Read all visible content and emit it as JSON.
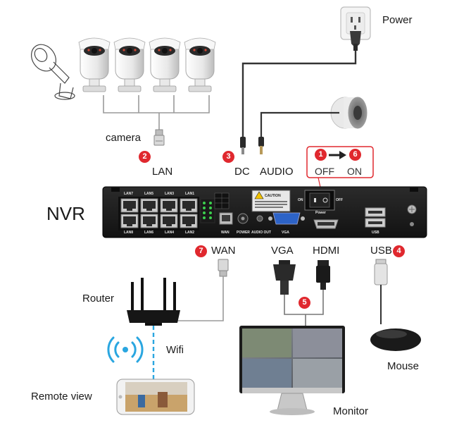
{
  "labels": {
    "power": "Power",
    "camera": "camera",
    "lan": "LAN",
    "dc": "DC",
    "audio": "AUDIO",
    "off": "OFF",
    "on": "ON",
    "nvr": "NVR",
    "wan": "WAN",
    "vga": "VGA",
    "hdmi": "HDMI",
    "usb": "USB",
    "router": "Router",
    "wifi": "Wifi",
    "remote_view": "Remote view",
    "mouse": "Mouse",
    "monitor": "Monitor"
  },
  "badges": {
    "b1": "1",
    "b2": "2",
    "b3": "3",
    "b4": "4",
    "b5": "5",
    "b6": "6",
    "b7": "7"
  },
  "panel": {
    "lan_top": [
      "LAN7",
      "LAN5",
      "LAN3",
      "LAN1"
    ],
    "lan_bottom": [
      "LAN8",
      "LAN6",
      "LAN4",
      "LAN2"
    ],
    "caution": "CAUTION",
    "switch_on": "ON",
    "switch_off": "OFF",
    "switch_label": "Power",
    "wan": "WAN",
    "power": "POWER",
    "audio_out": "AUDIO OUT",
    "vga": "VGA",
    "usb": "USB"
  },
  "colors": {
    "badge_red": "#e0282e",
    "nvr_body": "#1c1c1c",
    "camera_white": "#f2f2f2",
    "wifi_blue": "#2aa6e0"
  }
}
